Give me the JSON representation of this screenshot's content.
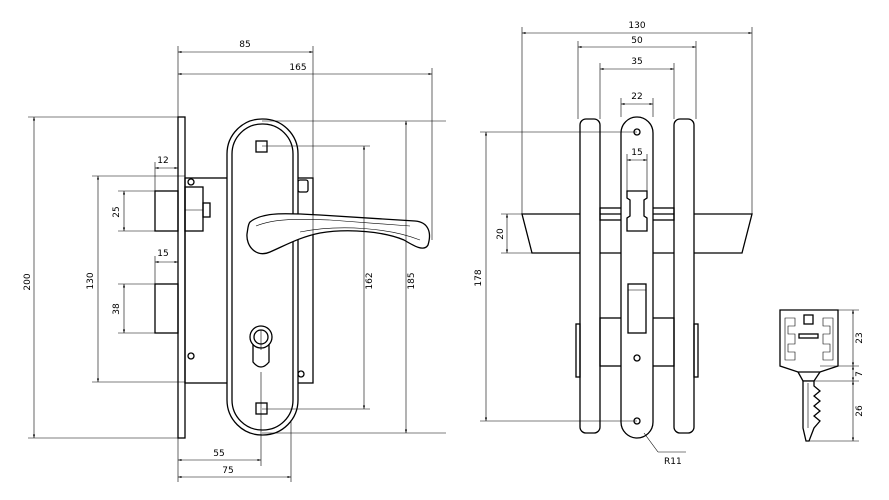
{
  "dimensions": {
    "front": {
      "d85": "85",
      "d165": "165",
      "d12": "12",
      "d25": "25",
      "d15": "15",
      "d38": "38",
      "d130": "130",
      "d200": "200",
      "d162": "162",
      "d185": "185",
      "d55": "55",
      "d75": "75"
    },
    "side": {
      "d130": "130",
      "d50": "50",
      "d35": "35",
      "d22": "22",
      "d15": "15",
      "d20": "20",
      "d178": "178",
      "r11": "R11"
    },
    "key": {
      "d23": "23",
      "d7": "7",
      "d26": "26"
    }
  },
  "colors": {
    "line": "#000000",
    "background": "#ffffff"
  }
}
